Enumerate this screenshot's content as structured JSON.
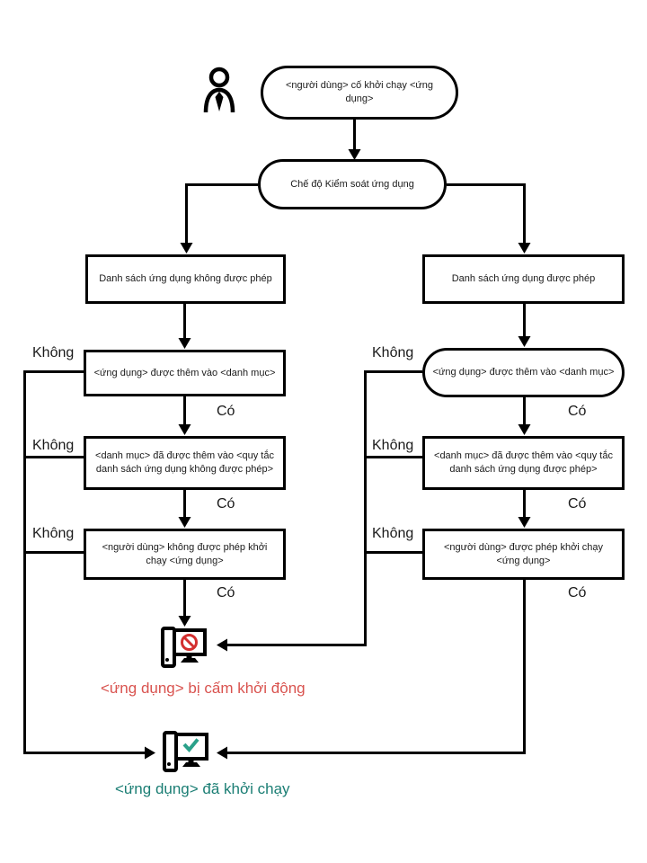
{
  "flow": {
    "start": "<người dùng> cố khởi chạy <ứng dụng>",
    "decision": "Chế độ Kiểm soát ứng dụng",
    "yes_label": "Có",
    "no_label": "Không",
    "denylist_branch": {
      "title": "Danh sách ứng dụng không được phép",
      "check_app_in_category": "<ứng dụng> được thêm vào <danh mục>",
      "check_category_in_rule": "<danh mục> đã được thêm vào <quy tắc danh sách ứng dụng không được phép>",
      "result_step": "<người dùng> không được phép khởi chạy <ứng dụng>"
    },
    "allowlist_branch": {
      "title": "Danh sách ứng dụng được phép",
      "check_app_in_category": "<ứng dụng> được thêm vào <danh mục>",
      "check_category_in_rule": "<danh mục> đã được thêm vào <quy tắc danh sách ứng dụng được phép>",
      "result_step": "<người dùng> được phép khởi chạy <ứng dụng>"
    },
    "outcome_blocked": "<ứng dụng> bị cấm khởi động",
    "outcome_started": "<ứng dụng> đã khởi chạy",
    "icons": {
      "actor": "user-icon",
      "blocked": "computer-blocked-icon",
      "started": "computer-started-icon"
    },
    "colors": {
      "blocked_text": "#d9534f",
      "started_text": "#1b7e74",
      "prohibition": "#d32f2f",
      "check": "#2aa18a",
      "line": "#000000"
    }
  }
}
